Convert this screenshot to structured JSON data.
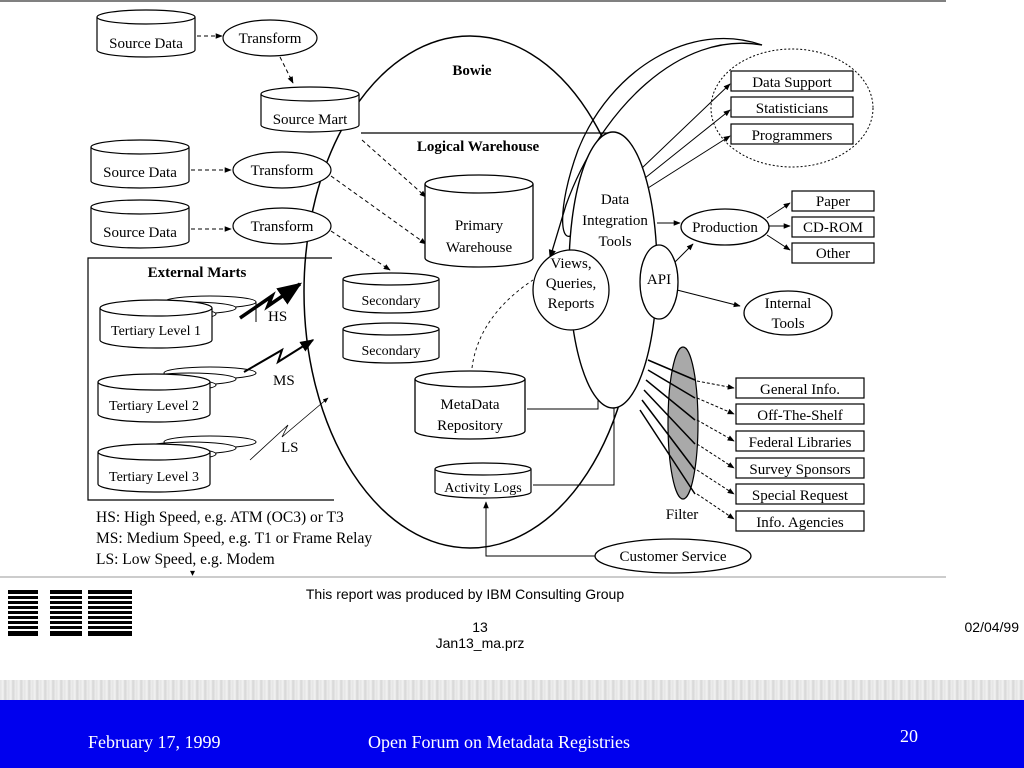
{
  "diagram": {
    "bowie": "Bowie",
    "logical_warehouse": "Logical Warehouse",
    "external_marts": "External Marts",
    "source_data_1": "Source Data",
    "source_data_2": "Source Data",
    "source_data_3": "Source Data",
    "transform_1": "Transform",
    "transform_2": "Transform",
    "transform_3": "Transform",
    "source_mart": "Source Mart",
    "primary_warehouse": [
      "Primary",
      "Warehouse"
    ],
    "secondary_1": "Secondary",
    "secondary_2": "Secondary",
    "tertiary_1": "Tertiary Level 1",
    "tertiary_2": "Tertiary Level 2",
    "tertiary_3": "Tertiary Level 3",
    "hs": "HS",
    "ms": "MS",
    "ls": "LS",
    "metadata_repository": [
      "MetaData",
      "Repository"
    ],
    "activity_logs": "Activity Logs",
    "views_queries_reports": [
      "Views,",
      "Queries,",
      "Reports"
    ],
    "data_integration_tools": [
      "Data",
      "Integration",
      "Tools"
    ],
    "api": "API",
    "production": "Production",
    "internal_tools": [
      "Internal",
      "Tools"
    ],
    "customer_service": "Customer Service",
    "filter": "Filter",
    "data_support": "Data Support",
    "statisticians": "Statisticians",
    "programmers": "Programmers",
    "paper": "Paper",
    "cd_rom": "CD-ROM",
    "other": "Other",
    "general_info": "General Info.",
    "off_the_shelf": "Off-The-Shelf",
    "federal_libraries": "Federal Libraries",
    "survey_sponsors": "Survey Sponsors",
    "special_request": "Special Request",
    "info_agencies": "Info. Agencies",
    "legend": [
      "HS: High Speed, e.g. ATM (OC3) or T3",
      "MS: Medium Speed, e.g. T1 or Frame Relay",
      "LS:  Low Speed, e.g. Modem"
    ]
  },
  "report_footer": {
    "logo": "IBM",
    "produced_by": "This report was produced by IBM Consulting Group",
    "page": "13",
    "file": "Jan13_ma.prz",
    "date": "02/04/99"
  },
  "slide_footer": {
    "date": "February 17, 1999",
    "title": "Open Forum on Metadata Registries",
    "page_number": "20"
  },
  "colors": {
    "footer_background": "#0000ee",
    "footer_text": "#ffffff",
    "filter_fill": "#a9a9a9"
  }
}
